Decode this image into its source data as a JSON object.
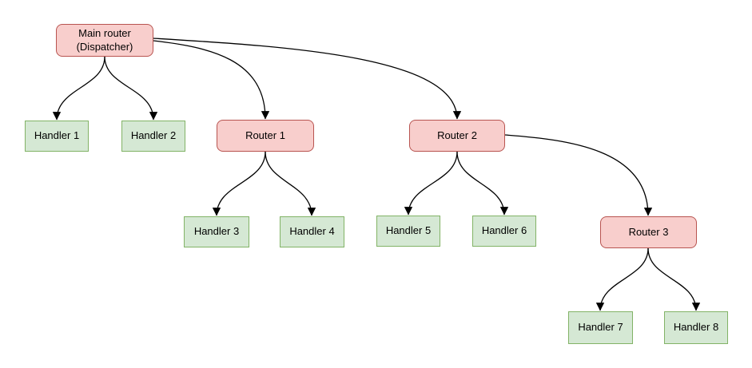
{
  "diagram": {
    "kind": "routing-tree",
    "description": "Dispatcher routing tree with routers and handlers"
  },
  "colors": {
    "router_fill": "#f8cecc",
    "router_border": "#b85450",
    "handler_fill": "#d5e8d4",
    "handler_border": "#82b366",
    "edge": "#000000",
    "text": "#000000",
    "background": "#ffffff"
  },
  "nodes": [
    {
      "id": "main",
      "label": "Main router\n(Dispatcher)",
      "kind": "router"
    },
    {
      "id": "handler1",
      "label": "Handler 1",
      "kind": "handler"
    },
    {
      "id": "handler2",
      "label": "Handler 2",
      "kind": "handler"
    },
    {
      "id": "router1",
      "label": "Router 1",
      "kind": "router"
    },
    {
      "id": "router2",
      "label": "Router 2",
      "kind": "router"
    },
    {
      "id": "handler3",
      "label": "Handler 3",
      "kind": "handler"
    },
    {
      "id": "handler4",
      "label": "Handler 4",
      "kind": "handler"
    },
    {
      "id": "handler5",
      "label": "Handler 5",
      "kind": "handler"
    },
    {
      "id": "handler6",
      "label": "Handler 6",
      "kind": "handler"
    },
    {
      "id": "router3",
      "label": "Router 3",
      "kind": "router"
    },
    {
      "id": "handler7",
      "label": "Handler 7",
      "kind": "handler"
    },
    {
      "id": "handler8",
      "label": "Handler 8",
      "kind": "handler"
    }
  ],
  "edges": [
    {
      "from": "main",
      "to": "handler1"
    },
    {
      "from": "main",
      "to": "handler2"
    },
    {
      "from": "main",
      "to": "router1"
    },
    {
      "from": "main",
      "to": "router2"
    },
    {
      "from": "router1",
      "to": "handler3"
    },
    {
      "from": "router1",
      "to": "handler4"
    },
    {
      "from": "router2",
      "to": "handler5"
    },
    {
      "from": "router2",
      "to": "handler6"
    },
    {
      "from": "router2",
      "to": "router3"
    },
    {
      "from": "router3",
      "to": "handler7"
    },
    {
      "from": "router3",
      "to": "handler8"
    }
  ]
}
